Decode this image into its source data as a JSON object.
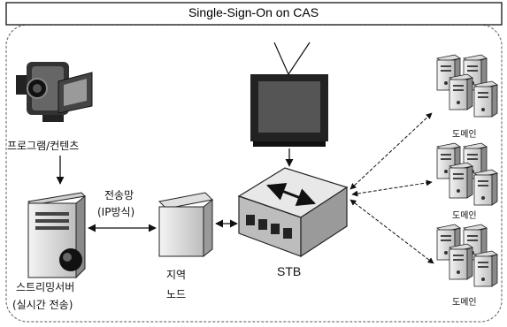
{
  "title": "Single-Sign-On on CAS",
  "labels": {
    "program_content": "프로그램/컨텐츠",
    "transmission_network_line1": "전송망",
    "transmission_network_line2": "(IP방식)",
    "regional_node_line1": "지역",
    "regional_node_line2": "노드",
    "streaming_server_line1": "스트리밍서버",
    "streaming_server_line2": "(실시간 전송)",
    "stb": "STB",
    "domain_top": "도메인",
    "domain_middle": "도메인",
    "domain_bottom": "도메인"
  },
  "icons": {
    "camera": "video-camera-icon",
    "server": "streaming-server-icon",
    "node": "regional-node-icon",
    "tv": "television-icon",
    "stb": "set-top-box-icon",
    "domain": "server-cluster-icon"
  }
}
